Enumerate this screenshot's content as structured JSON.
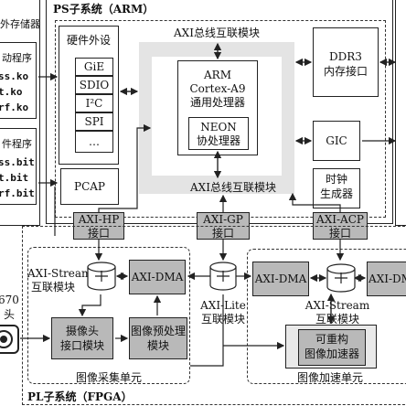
{
  "left_storage": {
    "title_partial": "外存储器",
    "driver_title_partial": "动程序",
    "drivers": [
      "ss.ko",
      "t.ko",
      "rf.ko"
    ],
    "hw_title_partial": "件程序",
    "bitstreams": [
      "ss.bit",
      "t.bit",
      "rf.bit"
    ]
  },
  "ps": {
    "title": "PS子系统（ARM）",
    "hw_peripherals": {
      "title": "硬件外设",
      "items": [
        "GiE",
        "SDIO",
        "I²C",
        "SPI",
        "…"
      ]
    },
    "axi_top": "AXI总线互联模块",
    "axi_bottom": "AXI总线互联模块",
    "cpu": {
      "line1": "ARM",
      "line2": "Cortex-A9",
      "line3": "通用处理器"
    },
    "neon": {
      "line1": "NEON",
      "line2": "协处理器"
    },
    "ddr3": {
      "line1": "DDR3",
      "line2": "内存接口"
    },
    "gic": "GIC",
    "clock": {
      "line1": "时钟",
      "line2": "生成器"
    },
    "pcap": "PCAP"
  },
  "ports": {
    "hp": {
      "line1": "AXI-HP",
      "line2": "接口"
    },
    "gp": {
      "line1": "AXI-GP",
      "line2": "接口"
    },
    "acp": {
      "line1": "AXI-ACP",
      "line2": "接口"
    }
  },
  "pl": {
    "title": "PL子系统（FPGA）",
    "capture_unit": {
      "label": "图像采集单元",
      "axi_stream": {
        "line1": "AXI-Stream",
        "line2": "互联模块"
      },
      "axi_dma": "AXI-DMA",
      "camera_if": {
        "line1": "摄像头",
        "line2": "接口模块"
      },
      "preproc": {
        "line1": "图像预处理",
        "line2": "模块"
      }
    },
    "axi_lite": {
      "line1": "AXI-Lite",
      "line2": "互联模块"
    },
    "accel_unit": {
      "label": "图像加速单元",
      "dma_left": "AXI-DMA",
      "dma_right_partial": "AXI-DM",
      "axi_stream": {
        "line1": "AXI-Stream",
        "line2": "互联模块"
      },
      "reconfig": {
        "line1": "可重构",
        "line2": "图像加速器"
      }
    }
  },
  "camera": {
    "line1": "670",
    "line2": "头"
  },
  "colors": {
    "module_grey": "#b9b9b9",
    "bus_grey": "#e4e4e4",
    "line": "#222222"
  }
}
